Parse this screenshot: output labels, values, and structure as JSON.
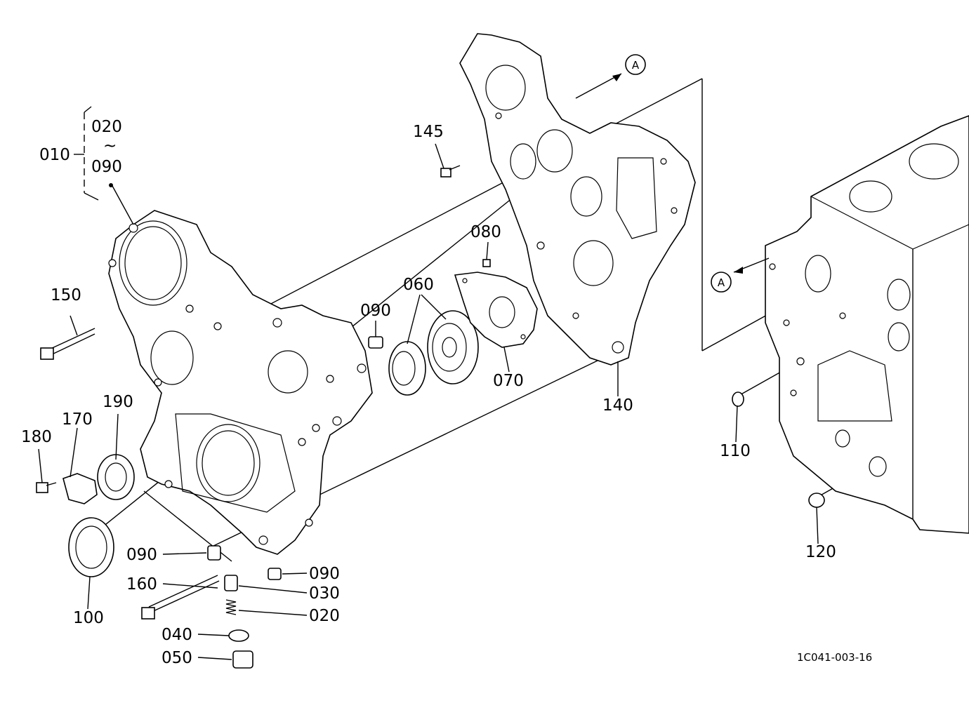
{
  "labels": {
    "p010": "010",
    "p020_range_start": "020",
    "range_sep": "~",
    "p090_range_end": "090",
    "p145": "145",
    "p150": "150",
    "p080": "080",
    "p060": "060",
    "p090_a": "090",
    "p070": "070",
    "p140": "140",
    "p190": "190",
    "p170": "170",
    "p180": "180",
    "p110": "110",
    "p120": "120",
    "p090_b": "090",
    "p090_c": "090",
    "p030": "030",
    "p020": "020",
    "p160": "160",
    "p100": "100",
    "p040": "040",
    "p050": "050",
    "ref_a_top": "A",
    "ref_a_block": "A",
    "drawing_code": "1C041-003-16"
  }
}
